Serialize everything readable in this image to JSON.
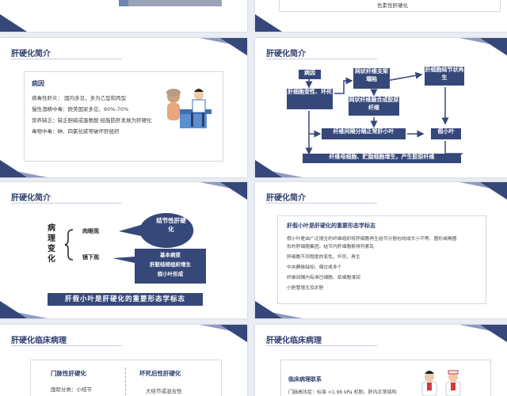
{
  "top_strip": {
    "right_text": "色素性肝硬化"
  },
  "slide_intro_left": {
    "title": "肝硬化简介",
    "heading": "病因",
    "lines": [
      "病毒性肝炎： 国内多见，多为乙型和丙型",
      "慢性酒精中毒：欧美国家多见，60%-70%",
      "营养缺乏：缺乏胆碱或蛋氨酸 经脂肪肝发展为肝硬化",
      "毒物中毒：砷、四氯化碳等破坏肝组织"
    ]
  },
  "slide_intro_right": {
    "title": "肝硬化简介",
    "nodes": {
      "cause": "病因",
      "degeneration": "肝细胞变性、坏死",
      "fiber_collapse": "网状纤维支架塌陷",
      "nodular_regen": "肝细胞结节状再生",
      "fiber_fusion": "网状纤维融合成胶原纤维",
      "septa": "纤维间隔分隔正常肝小叶",
      "pseudolobule": "假小叶",
      "fibro": "纤维母细胞、贮脂细胞增生，产生胶原纤维"
    }
  },
  "slide_pathology": {
    "title": "肝硬化简介",
    "label_chars": [
      "病",
      "理",
      "变",
      "化"
    ],
    "gross": "肉眼观",
    "micro": "镜下观",
    "gross_result": "结节性肝硬化",
    "micro_results": [
      "基本病变",
      "肝脏结缔组织增生",
      "假小叶形成"
    ],
    "banner": "肝假小叶是肝硬化的重要形态学标志"
  },
  "slide_pathology_text": {
    "title": "肝硬化简介",
    "heading": "肝假小叶是肝硬化的重要形态学标志",
    "lines": [
      "假小叶是由广泛增生的纤维组织将肝细胞再生结节分割包绕成大小不等、圆形或椭圆",
      "形的肝细胞集团。结节内肝细胞索排列紊乱",
      "肝细胞不同程度的变性、坏死、再生",
      "中央静脉缺如、偏位或多个",
      "纤维间隔内有淋巴细胞、浆细胞浸润",
      "小胆管增生及淤胆"
    ]
  },
  "slide_clinical_left": {
    "title": "肝硬化临床病理",
    "col1_title": "门脉性肝硬化",
    "col1_line": "国际分类：小结节",
    "col2_title": "坏死后性肝硬化",
    "col2_line": "大结节或混合性"
  },
  "slide_clinical_right": {
    "title": "肝硬化临床病理",
    "heading": "临床病理联系",
    "line": "门脉高压症：标准 <1.96 kPa 机制、肝内正常结构"
  },
  "colors": {
    "navy": "#36477a",
    "accent": "#8d9ac0"
  }
}
